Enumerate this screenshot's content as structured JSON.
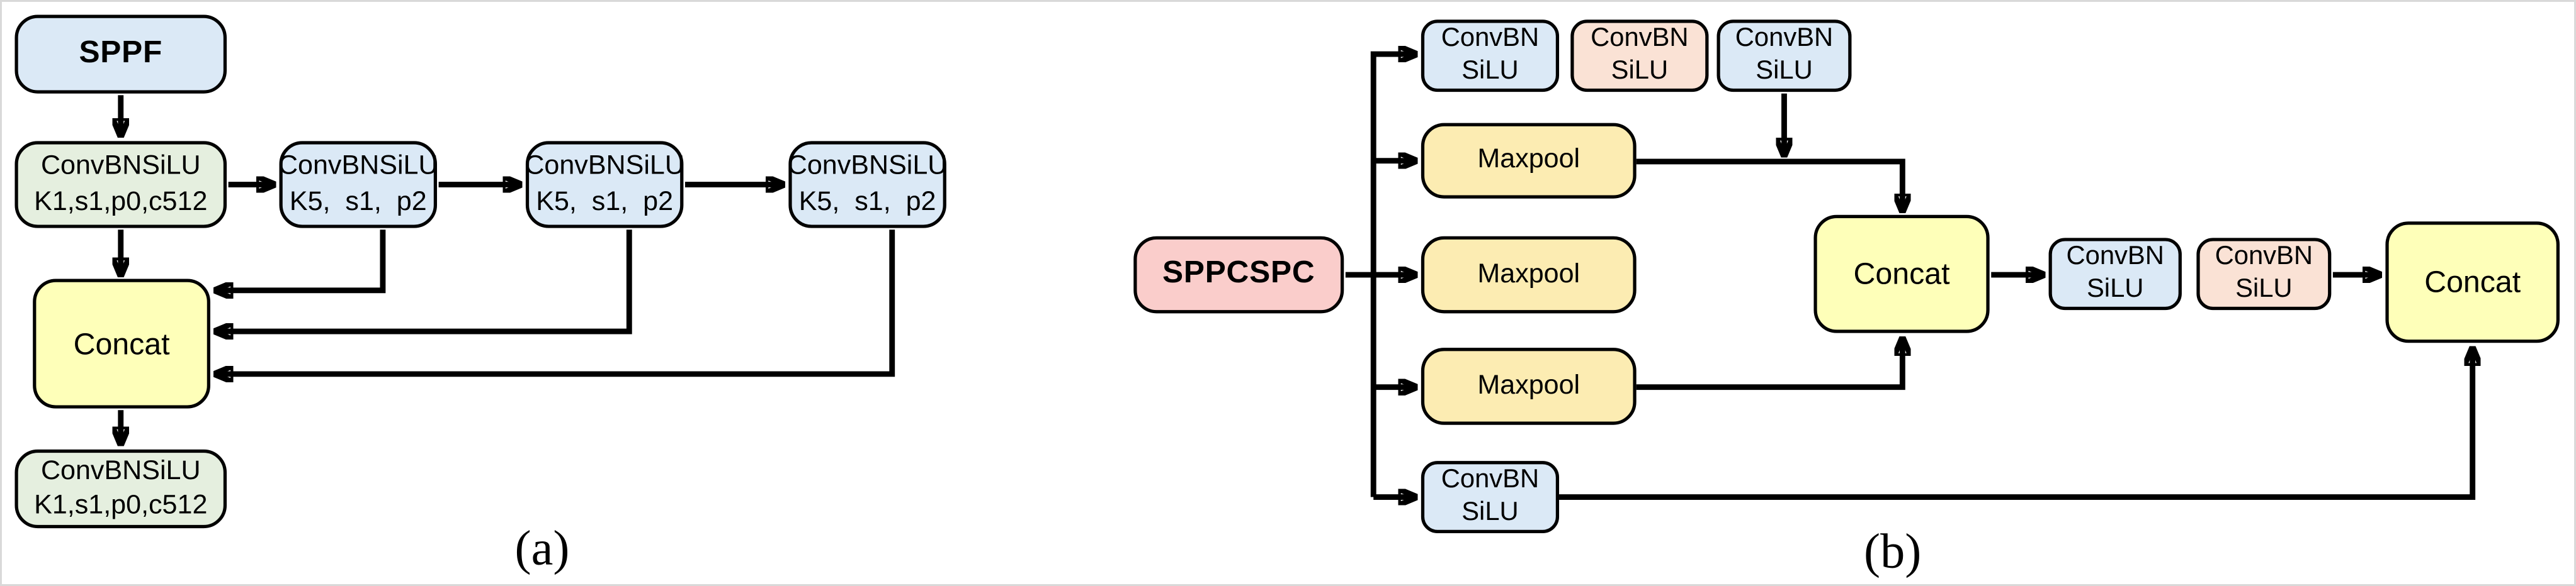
{
  "panel_a": {
    "caption": "(a)",
    "nodes": {
      "sppf": {
        "label": "SPPF"
      },
      "conv_in": {
        "line1": "ConvBNSiLU",
        "line2": "K1,s1,p0,c512"
      },
      "conv_k5_1": {
        "line1": "ConvBNSiLU",
        "line2": "K5,  s1,  p2"
      },
      "conv_k5_2": {
        "line1": "ConvBNSiLU",
        "line2": "K5,  s1,  p2"
      },
      "conv_k5_3": {
        "line1": "ConvBNSiLU",
        "line2": "K5,  s1,  p2"
      },
      "concat": {
        "label": "Concat"
      },
      "conv_out": {
        "line1": "ConvBNSiLU",
        "line2": "K1,s1,p0,c512"
      }
    }
  },
  "panel_b": {
    "caption": "(b)",
    "nodes": {
      "sppcspc": {
        "label": "SPPCSPC"
      },
      "conv_top_1": {
        "line1": "ConvBN",
        "line2": "SiLU"
      },
      "conv_top_2": {
        "line1": "ConvBN",
        "line2": "SiLU"
      },
      "conv_top_3": {
        "line1": "ConvBN",
        "line2": "SiLU"
      },
      "maxpool_1": {
        "label": "Maxpool"
      },
      "maxpool_2": {
        "label": "Maxpool"
      },
      "maxpool_3": {
        "label": "Maxpool"
      },
      "conv_bottom": {
        "line1": "ConvBN",
        "line2": "SiLU"
      },
      "concat_1": {
        "label": "Concat"
      },
      "conv_mid_1": {
        "line1": "ConvBN",
        "line2": "SiLU"
      },
      "conv_mid_2": {
        "line1": "ConvBN",
        "line2": "SiLU"
      },
      "concat_2": {
        "label": "Concat"
      }
    }
  },
  "colors": {
    "box_blue": "#dbe9f6",
    "box_green": "#e5efdf",
    "box_yellow": "#feffb9",
    "box_gold": "#fcecb2",
    "box_peach": "#fae2d5",
    "box_pink": "#facdcb",
    "line_black": "#000000",
    "frame_gray": "#d9d9d9"
  }
}
